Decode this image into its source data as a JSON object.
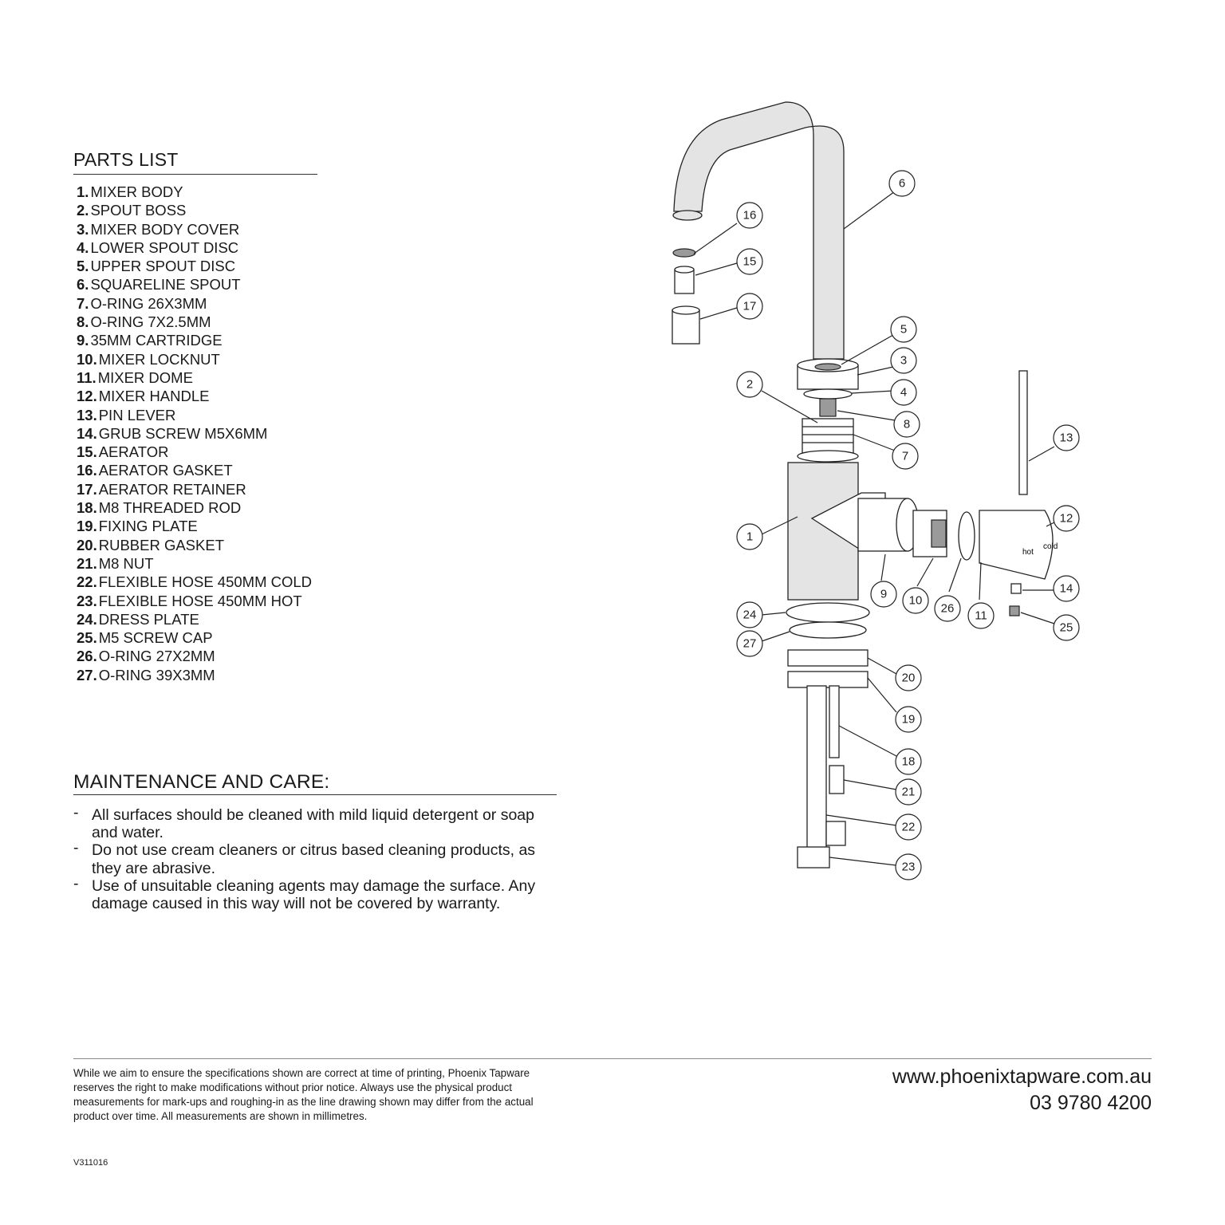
{
  "parts_list": {
    "title": "PARTS LIST",
    "items": [
      {
        "num": "1.",
        "label": "MIXER BODY"
      },
      {
        "num": "2.",
        "label": "SPOUT BOSS"
      },
      {
        "num": "3.",
        "label": "MIXER BODY COVER"
      },
      {
        "num": "4.",
        "label": "LOWER SPOUT DISC"
      },
      {
        "num": "5.",
        "label": "UPPER SPOUT DISC"
      },
      {
        "num": "6.",
        "label": "SQUARELINE SPOUT"
      },
      {
        "num": "7.",
        "label": "O-RING 26X3MM"
      },
      {
        "num": "8.",
        "label": "O-RING 7X2.5MM"
      },
      {
        "num": "9.",
        "label": "35MM  CARTRIDGE"
      },
      {
        "num": "10.",
        "label": "MIXER LOCKNUT"
      },
      {
        "num": "11.",
        "label": "MIXER DOME"
      },
      {
        "num": "12.",
        "label": "MIXER HANDLE"
      },
      {
        "num": "13.",
        "label": "PIN LEVER"
      },
      {
        "num": "14.",
        "label": "GRUB SCREW M5X6MM"
      },
      {
        "num": "15.",
        "label": "AERATOR"
      },
      {
        "num": "16.",
        "label": "AERATOR GASKET"
      },
      {
        "num": "17.",
        "label": "AERATOR RETAINER"
      },
      {
        "num": "18.",
        "label": "M8 THREADED ROD"
      },
      {
        "num": "19.",
        "label": "FIXING PLATE"
      },
      {
        "num": "20.",
        "label": "RUBBER GASKET"
      },
      {
        "num": "21.",
        "label": "M8 NUT"
      },
      {
        "num": "22.",
        "label": "FLEXIBLE HOSE 450MM COLD"
      },
      {
        "num": "23.",
        "label": "FLEXIBLE HOSE 450MM HOT"
      },
      {
        "num": "24.",
        "label": "DRESS PLATE"
      },
      {
        "num": "25.",
        "label": "M5 SCREW CAP"
      },
      {
        "num": "26.",
        "label": "O-RING 27X2MM"
      },
      {
        "num": "27.",
        "label": "O-RING 39X3MM"
      }
    ]
  },
  "maintenance": {
    "title": "MAINTENANCE AND CARE:",
    "bullet": "-",
    "items": [
      "All surfaces should be cleaned with mild liquid detergent or soap and water.",
      "Do not use cream cleaners or citrus based cleaning products, as they are abrasive.",
      "Use of unsuitable cleaning agents may damage the surface. Any damage caused in this way will not be covered by warranty."
    ]
  },
  "footer": {
    "disclaimer": "While we aim to ensure the specifications shown are correct at time of printing, Phoenix Tapware reserves the right to make modifications without prior notice. Always use the physical product measurements for mark-ups and roughing-in as the line drawing shown may differ from the actual product over time. All measurements are shown in millimetres.",
    "website": "www.phoenixtapware.com.au",
    "phone": "03 9780 4200",
    "version": "V311016"
  },
  "diagram": {
    "callouts": [
      "1",
      "2",
      "3",
      "4",
      "5",
      "6",
      "7",
      "8",
      "9",
      "10",
      "11",
      "12",
      "13",
      "14",
      "15",
      "16",
      "17",
      "18",
      "19",
      "20",
      "21",
      "22",
      "23",
      "24",
      "25",
      "26",
      "27"
    ],
    "handle_labels": [
      "hot",
      "cold"
    ]
  }
}
